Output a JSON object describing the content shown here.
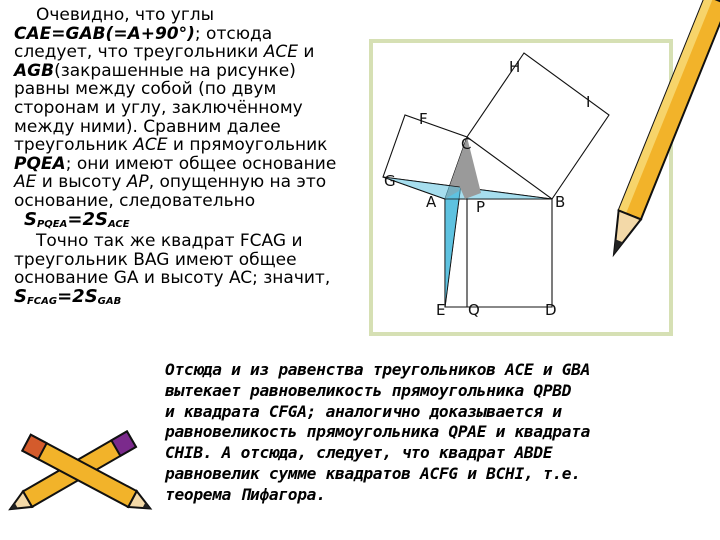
{
  "left_text": {
    "l1": "Очевидно, что углы",
    "l2a": "CAE=GAB(=A+90°)",
    "l2b": "; отсюда",
    "l3a": "следует, что треугольники ",
    "l3b": "ACE",
    "l3c": " и",
    "l4a": "AGB",
    "l4b": "(закрашенные на рисунке)",
    "l5": "равны между собой (по двум",
    "l6": "сторонам и углу, заключённому",
    "l7": "между ними). Сравним далее",
    "l8a": "треугольник ",
    "l8b": "ACE",
    "l8c": " и прямоугольник",
    "l9a": "PQEA",
    "l9b": "; они имеют общее основание",
    "l10a": "AE",
    "l10b": " и высоту ",
    "l10c": "AP",
    "l10d": ", опущенную на это",
    "l11": "основание, следовательно",
    "f1_s": "S",
    "f1_sub1": "PQEA",
    "f1_mid": "=2S",
    "f1_sub2": "ACE",
    "l12": "Точно так же квадрат FCAG и",
    "l13": "треугольник BAG имеют общее",
    "l14": "основание GA и высоту AC; значит,",
    "f2_s": "S",
    "f2_sub1": "FCAG",
    "f2_mid": "=2S",
    "f2_sub2": "GAB"
  },
  "figure_labels": {
    "H": "H",
    "I": "I",
    "F": "F",
    "C": "C",
    "G": "G",
    "A": "A",
    "P": "P",
    "B": "B",
    "E": "E",
    "Q": "Q",
    "D": "D"
  },
  "bottom_text": {
    "l1": "Отсюда и из равенства треугольников ACE и GBA",
    "l2": "вытекает равновеликость прямоугольника QPBD",
    "l3": "и квадрата CFGA; аналогично доказывается и",
    "l4": "равновеликость прямоугольника QPAE и квадрата",
    "l5": "CHIB. А отсюда, следует, что квадрат ABDE",
    "l6": "равновелик сумме квадратов ACFG и BCHI, т.е.",
    "l7": "теорема Пифагора."
  },
  "colors": {
    "figure_border": "#d6e0b4",
    "triangle_fill": "#5ec2e0",
    "triangle_fill_gray": "#9a9a9a",
    "pencil_body": "#f2b32a",
    "pencil_stripe": "#7b2a8c"
  }
}
